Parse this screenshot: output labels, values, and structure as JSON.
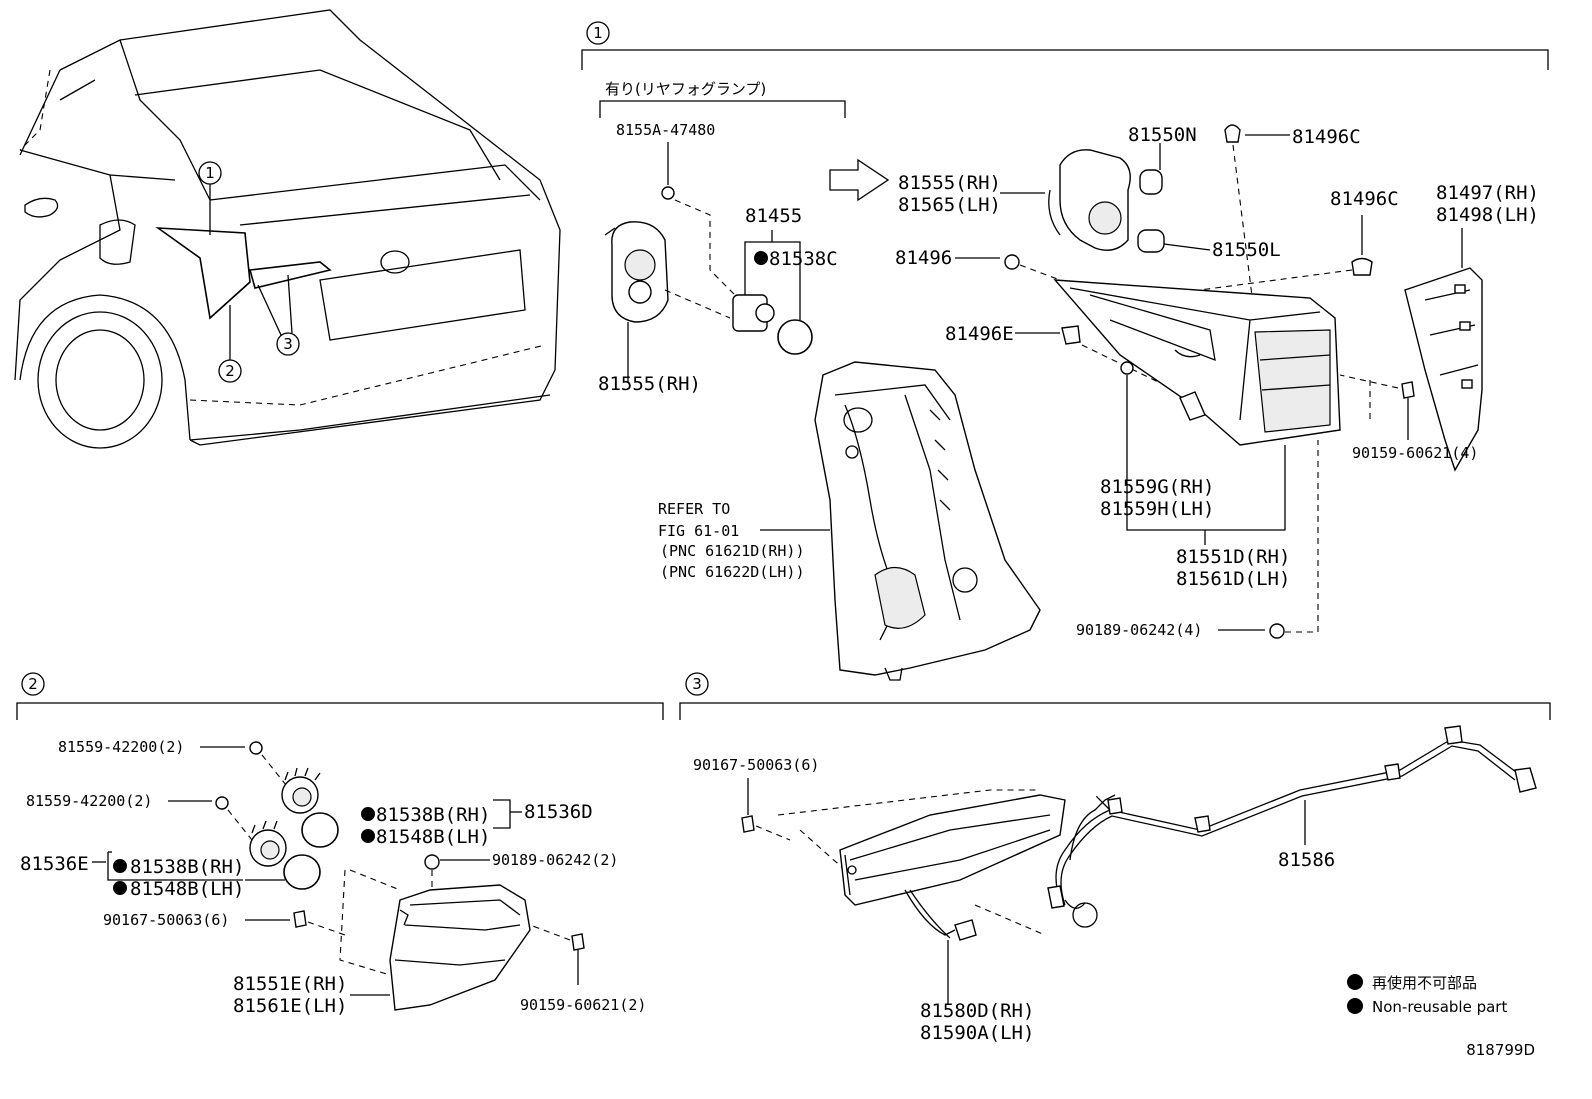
{
  "section_callouts": {
    "s1": "1",
    "s2": "2",
    "s3": "3"
  },
  "car_callouts": {
    "c1": "1",
    "c2": "2",
    "c3": "3"
  },
  "section1": {
    "fog_option_label": "有り(リヤフォグランプ)",
    "refer_to": "REFER TO",
    "fig": "FIG 61-01",
    "pnc_rh": "(PNC 61621D(RH))",
    "pnc_lh": "(PNC 61622D(LH))",
    "parts": {
      "p8155A": "8155A-47480",
      "p81455": "81455",
      "p81538C": "81538C",
      "p81555RH_small": "81555(RH)",
      "p81555RH": "81555(RH)",
      "p81565LH": "81565(LH)",
      "p81550N": "81550N",
      "p81550L": "81550L",
      "p81496C_a": "81496C",
      "p81496C_b": "81496C",
      "p81496": "81496",
      "p81496E": "81496E",
      "p81497": "81497(RH)",
      "p81498": "81498(LH)",
      "p90159_4": "90159-60621(4)",
      "p81559G": "81559G(RH)",
      "p81559H": "81559H(LH)",
      "p81551D": "81551D(RH)",
      "p81561D": "81561D(LH)",
      "p90189_4": "90189-06242(4)"
    }
  },
  "section2": {
    "parts": {
      "p81559_a": "81559-42200(2)",
      "p81559_b": "81559-42200(2)",
      "p81538B_a": "81538B(RH)",
      "p81548B_a": "81548B(LH)",
      "p81536D": "81536D",
      "p81536E": "81536E",
      "p81538B_b": "81538B(RH)",
      "p81548B_b": "81548B(LH)",
      "p90189_2": "90189-06242(2)",
      "p90167_6": "90167-50063(6)",
      "p81551E": "81551E(RH)",
      "p81561E": "81561E(LH)",
      "p90159_2": "90159-60621(2)"
    }
  },
  "section3": {
    "parts": {
      "p90167_6": "90167-50063(6)",
      "p81586": "81586",
      "p81580D": "81580D(RH)",
      "p81590A": "81590A(LH)"
    }
  },
  "legend": {
    "jp": "再使用不可部品",
    "en": "Non-reusable part"
  },
  "figure_code": "818799D"
}
